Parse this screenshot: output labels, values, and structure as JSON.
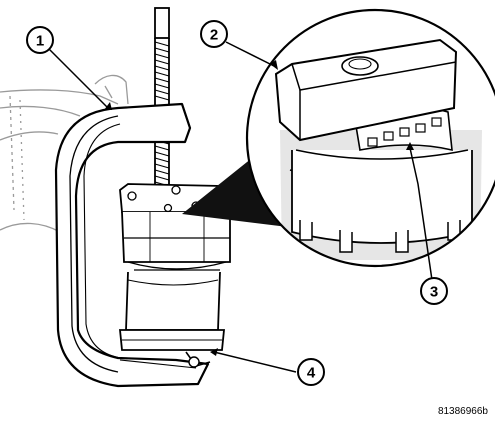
{
  "callouts": [
    {
      "number": "1",
      "part": "c-clamp"
    },
    {
      "number": "2",
      "part": "adapter-detail"
    },
    {
      "number": "3",
      "part": "retainer-tab"
    },
    {
      "number": "4",
      "part": "spring-retainer"
    }
  ],
  "figure_id": "81386966b"
}
